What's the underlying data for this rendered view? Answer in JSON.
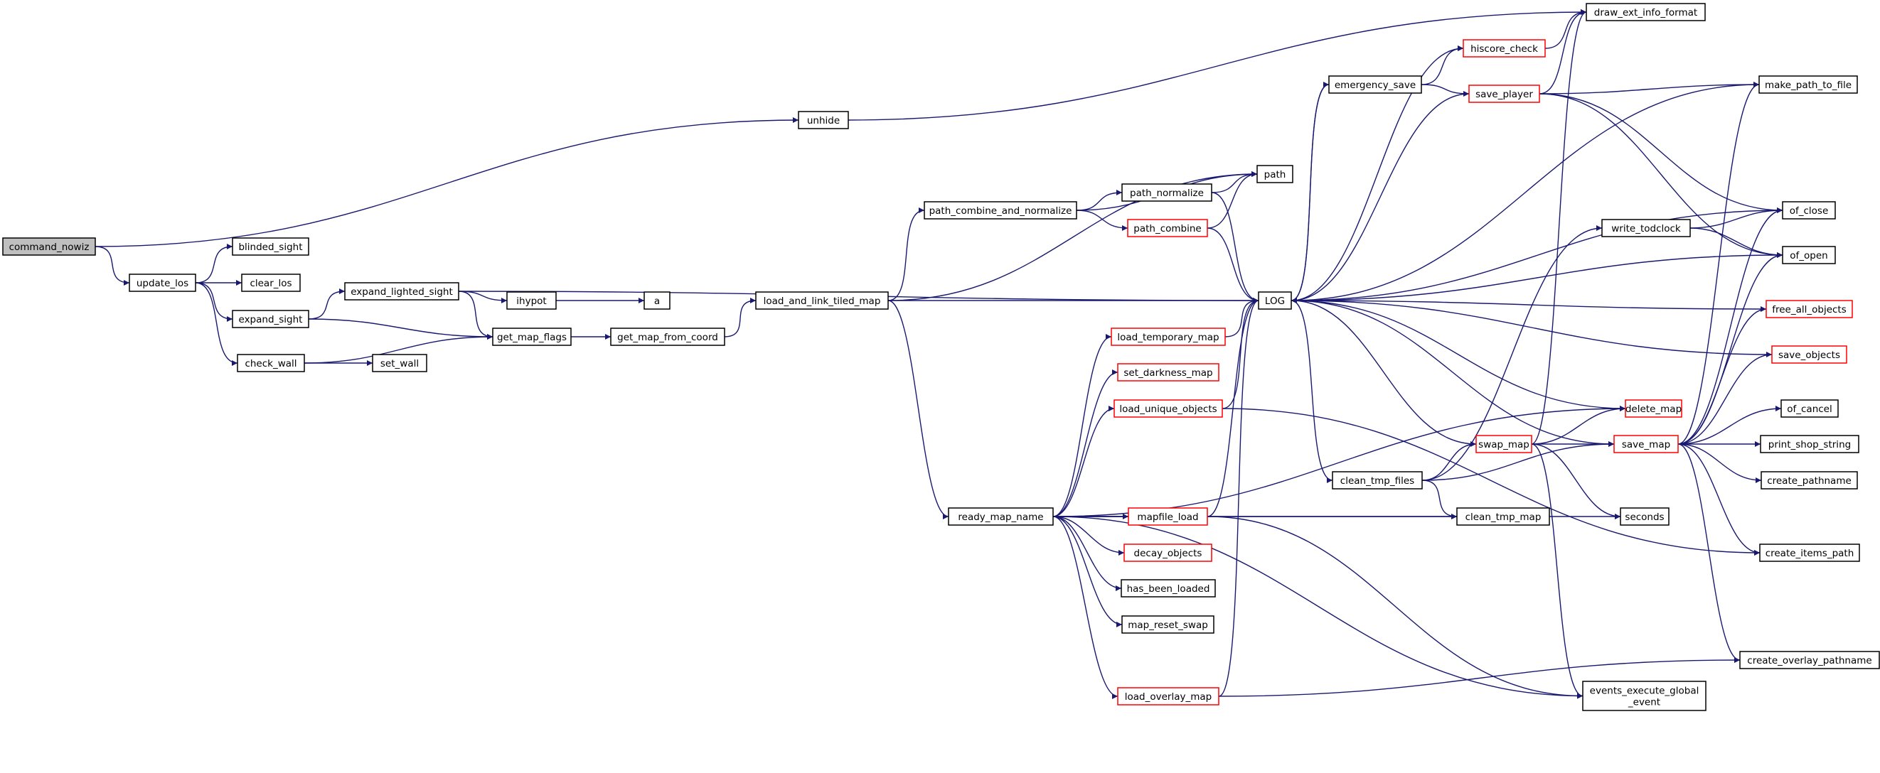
{
  "diagram": {
    "type": "call-graph",
    "colors": {
      "edge": "#191970",
      "node_border": "#000000",
      "truncated_border": "#ff0000",
      "root_fill": "#bfbfbf",
      "background": "#ffffff"
    },
    "nodes": [
      {
        "id": "command_nowiz",
        "lines": [
          "command_nowiz"
        ],
        "style": "root"
      },
      {
        "id": "unhide",
        "lines": [
          "unhide"
        ],
        "style": "normal"
      },
      {
        "id": "update_los",
        "lines": [
          "update_los"
        ],
        "style": "normal"
      },
      {
        "id": "blinded_sight",
        "lines": [
          "blinded_sight"
        ],
        "style": "normal"
      },
      {
        "id": "clear_los",
        "lines": [
          "clear_los"
        ],
        "style": "normal"
      },
      {
        "id": "expand_sight",
        "lines": [
          "expand_sight"
        ],
        "style": "normal"
      },
      {
        "id": "check_wall",
        "lines": [
          "check_wall"
        ],
        "style": "normal"
      },
      {
        "id": "expand_lighted_sight",
        "lines": [
          "expand_lighted_sight"
        ],
        "style": "normal"
      },
      {
        "id": "set_wall",
        "lines": [
          "set_wall"
        ],
        "style": "normal"
      },
      {
        "id": "ihypot",
        "lines": [
          "ihypot"
        ],
        "style": "normal"
      },
      {
        "id": "a",
        "lines": [
          "a"
        ],
        "style": "normal"
      },
      {
        "id": "get_map_flags",
        "lines": [
          "get_map_flags"
        ],
        "style": "normal"
      },
      {
        "id": "get_map_from_coord",
        "lines": [
          "get_map_from_coord"
        ],
        "style": "normal"
      },
      {
        "id": "load_and_link_tiled_map",
        "lines": [
          "load_and_link_tiled_map"
        ],
        "style": "normal"
      },
      {
        "id": "path_combine_and_normalize",
        "lines": [
          "path_combine_and_normalize"
        ],
        "style": "normal"
      },
      {
        "id": "path_normalize",
        "lines": [
          "path_normalize"
        ],
        "style": "normal"
      },
      {
        "id": "path_combine",
        "lines": [
          "path_combine"
        ],
        "style": "truncated"
      },
      {
        "id": "path",
        "lines": [
          "path"
        ],
        "style": "normal"
      },
      {
        "id": "LOG",
        "lines": [
          "LOG"
        ],
        "style": "normal"
      },
      {
        "id": "ready_map_name",
        "lines": [
          "ready_map_name"
        ],
        "style": "normal"
      },
      {
        "id": "load_temporary_map",
        "lines": [
          "load_temporary_map"
        ],
        "style": "truncated"
      },
      {
        "id": "set_darkness_map",
        "lines": [
          "set_darkness_map"
        ],
        "style": "truncated"
      },
      {
        "id": "load_unique_objects",
        "lines": [
          "load_unique_objects"
        ],
        "style": "truncated"
      },
      {
        "id": "mapfile_load",
        "lines": [
          "mapfile_load"
        ],
        "style": "truncated"
      },
      {
        "id": "decay_objects",
        "lines": [
          "decay_objects"
        ],
        "style": "truncated"
      },
      {
        "id": "has_been_loaded",
        "lines": [
          "has_been_loaded"
        ],
        "style": "normal"
      },
      {
        "id": "map_reset_swap",
        "lines": [
          "map_reset_swap"
        ],
        "style": "normal"
      },
      {
        "id": "load_overlay_map",
        "lines": [
          "load_overlay_map"
        ],
        "style": "truncated"
      },
      {
        "id": "emergency_save",
        "lines": [
          "emergency_save"
        ],
        "style": "normal"
      },
      {
        "id": "hiscore_check",
        "lines": [
          "hiscore_check"
        ],
        "style": "truncated"
      },
      {
        "id": "save_player",
        "lines": [
          "save_player"
        ],
        "style": "truncated"
      },
      {
        "id": "draw_ext_info_format",
        "lines": [
          "draw_ext_info_format"
        ],
        "style": "normal"
      },
      {
        "id": "make_path_to_file",
        "lines": [
          "make_path_to_file"
        ],
        "style": "normal"
      },
      {
        "id": "write_todclock",
        "lines": [
          "write_todclock"
        ],
        "style": "normal"
      },
      {
        "id": "of_close",
        "lines": [
          "of_close"
        ],
        "style": "normal"
      },
      {
        "id": "of_open",
        "lines": [
          "of_open"
        ],
        "style": "normal"
      },
      {
        "id": "free_all_objects",
        "lines": [
          "free_all_objects"
        ],
        "style": "truncated"
      },
      {
        "id": "save_objects",
        "lines": [
          "save_objects"
        ],
        "style": "truncated"
      },
      {
        "id": "delete_map",
        "lines": [
          "delete_map"
        ],
        "style": "truncated"
      },
      {
        "id": "swap_map",
        "lines": [
          "swap_map"
        ],
        "style": "truncated"
      },
      {
        "id": "save_map",
        "lines": [
          "save_map"
        ],
        "style": "truncated"
      },
      {
        "id": "clean_tmp_files",
        "lines": [
          "clean_tmp_files"
        ],
        "style": "normal"
      },
      {
        "id": "clean_tmp_map",
        "lines": [
          "clean_tmp_map"
        ],
        "style": "normal"
      },
      {
        "id": "seconds",
        "lines": [
          "seconds"
        ],
        "style": "normal"
      },
      {
        "id": "events_execute_global_event",
        "lines": [
          "events_execute_global",
          "_event"
        ],
        "style": "normal"
      },
      {
        "id": "of_cancel",
        "lines": [
          "of_cancel"
        ],
        "style": "normal"
      },
      {
        "id": "print_shop_string",
        "lines": [
          "print_shop_string"
        ],
        "style": "normal"
      },
      {
        "id": "create_pathname",
        "lines": [
          "create_pathname"
        ],
        "style": "normal"
      },
      {
        "id": "create_items_path",
        "lines": [
          "create_items_path"
        ],
        "style": "normal"
      },
      {
        "id": "create_overlay_pathname",
        "lines": [
          "create_overlay_pathname"
        ],
        "style": "normal"
      }
    ],
    "edges": [
      [
        "command_nowiz",
        "unhide"
      ],
      [
        "command_nowiz",
        "update_los"
      ],
      [
        "unhide",
        "draw_ext_info_format"
      ],
      [
        "update_los",
        "blinded_sight"
      ],
      [
        "update_los",
        "clear_los"
      ],
      [
        "update_los",
        "expand_sight"
      ],
      [
        "update_los",
        "check_wall"
      ],
      [
        "expand_sight",
        "expand_lighted_sight"
      ],
      [
        "expand_sight",
        "get_map_flags"
      ],
      [
        "expand_lighted_sight",
        "ihypot"
      ],
      [
        "expand_lighted_sight",
        "get_map_flags"
      ],
      [
        "expand_lighted_sight",
        "LOG"
      ],
      [
        "ihypot",
        "a"
      ],
      [
        "check_wall",
        "set_wall"
      ],
      [
        "check_wall",
        "get_map_flags"
      ],
      [
        "get_map_flags",
        "get_map_from_coord"
      ],
      [
        "get_map_from_coord",
        "load_and_link_tiled_map"
      ],
      [
        "load_and_link_tiled_map",
        "LOG"
      ],
      [
        "load_and_link_tiled_map",
        "path"
      ],
      [
        "load_and_link_tiled_map",
        "path_combine_and_normalize"
      ],
      [
        "load_and_link_tiled_map",
        "ready_map_name"
      ],
      [
        "path_combine_and_normalize",
        "path"
      ],
      [
        "path_combine_and_normalize",
        "path_normalize"
      ],
      [
        "path_combine_and_normalize",
        "path_combine"
      ],
      [
        "path_normalize",
        "path"
      ],
      [
        "path_normalize",
        "LOG"
      ],
      [
        "path_combine",
        "path"
      ],
      [
        "path_combine",
        "LOG"
      ],
      [
        "ready_map_name",
        "load_temporary_map"
      ],
      [
        "ready_map_name",
        "set_darkness_map"
      ],
      [
        "ready_map_name",
        "load_unique_objects"
      ],
      [
        "ready_map_name",
        "mapfile_load"
      ],
      [
        "ready_map_name",
        "decay_objects"
      ],
      [
        "ready_map_name",
        "has_been_loaded"
      ],
      [
        "ready_map_name",
        "map_reset_swap"
      ],
      [
        "ready_map_name",
        "load_overlay_map"
      ],
      [
        "ready_map_name",
        "delete_map"
      ],
      [
        "ready_map_name",
        "clean_tmp_map"
      ],
      [
        "ready_map_name",
        "seconds"
      ],
      [
        "ready_map_name",
        "events_execute_global_event"
      ],
      [
        "load_temporary_map",
        "LOG"
      ],
      [
        "load_unique_objects",
        "LOG"
      ],
      [
        "load_unique_objects",
        "create_items_path"
      ],
      [
        "mapfile_load",
        "LOG"
      ],
      [
        "mapfile_load",
        "events_execute_global_event"
      ],
      [
        "load_overlay_map",
        "LOG"
      ],
      [
        "load_overlay_map",
        "create_overlay_pathname"
      ],
      [
        "LOG",
        "emergency_save"
      ],
      [
        "LOG",
        "hiscore_check"
      ],
      [
        "LOG",
        "clean_tmp_files"
      ],
      [
        "emergency_save",
        "hiscore_check"
      ],
      [
        "emergency_save",
        "save_player"
      ],
      [
        "emergency_save",
        "LOG"
      ],
      [
        "hiscore_check",
        "draw_ext_info_format"
      ],
      [
        "save_player",
        "draw_ext_info_format"
      ],
      [
        "save_player",
        "make_path_to_file"
      ],
      [
        "save_player",
        "of_close"
      ],
      [
        "save_player",
        "of_open"
      ],
      [
        "save_player",
        "LOG"
      ],
      [
        "make_path_to_file",
        "LOG"
      ],
      [
        "write_todclock",
        "of_close"
      ],
      [
        "write_todclock",
        "of_open"
      ],
      [
        "of_close",
        "LOG"
      ],
      [
        "of_open",
        "LOG"
      ],
      [
        "free_all_objects",
        "LOG"
      ],
      [
        "save_objects",
        "LOG"
      ],
      [
        "delete_map",
        "LOG"
      ],
      [
        "swap_map",
        "LOG"
      ],
      [
        "swap_map",
        "draw_ext_info_format"
      ],
      [
        "swap_map",
        "delete_map"
      ],
      [
        "swap_map",
        "save_map"
      ],
      [
        "swap_map",
        "seconds"
      ],
      [
        "swap_map",
        "events_execute_global_event"
      ],
      [
        "clean_tmp_files",
        "write_todclock"
      ],
      [
        "clean_tmp_files",
        "swap_map"
      ],
      [
        "clean_tmp_files",
        "save_map"
      ],
      [
        "clean_tmp_files",
        "clean_tmp_map"
      ],
      [
        "save_map",
        "LOG"
      ],
      [
        "save_map",
        "make_path_to_file"
      ],
      [
        "save_map",
        "of_close"
      ],
      [
        "save_map",
        "of_open"
      ],
      [
        "save_map",
        "free_all_objects"
      ],
      [
        "save_map",
        "save_objects"
      ],
      [
        "save_map",
        "of_cancel"
      ],
      [
        "save_map",
        "print_shop_string"
      ],
      [
        "save_map",
        "create_pathname"
      ],
      [
        "save_map",
        "create_items_path"
      ],
      [
        "save_map",
        "create_overlay_pathname"
      ]
    ]
  }
}
